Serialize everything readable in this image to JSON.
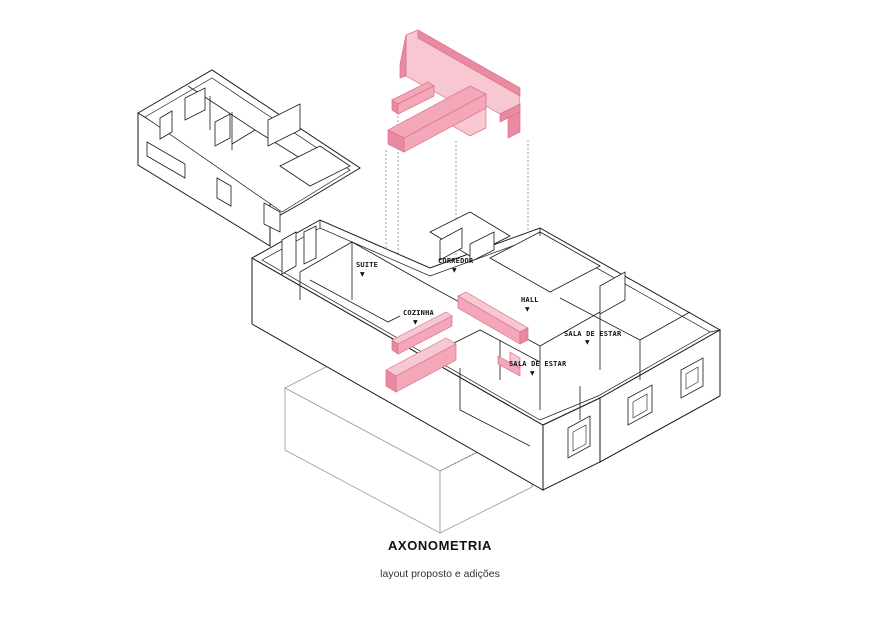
{
  "labels": {
    "suite": "SUITE",
    "corredor": "CORREDOR",
    "cozinha": "COZINHA",
    "hall": "HALL",
    "sala_estar_1": "SALA DE ESTAR",
    "sala_estar_2": "SALA DE ESTAR"
  },
  "caption": {
    "title": "AXONOMETRIA",
    "subtitle": "layout proposto e adições"
  },
  "colors": {
    "line": "#1a1a1a",
    "thin_line": "#9a9a9a",
    "addition_fill": "#f3a7b8",
    "addition_top": "#f7c7d2",
    "addition_side": "#e98aa1"
  }
}
